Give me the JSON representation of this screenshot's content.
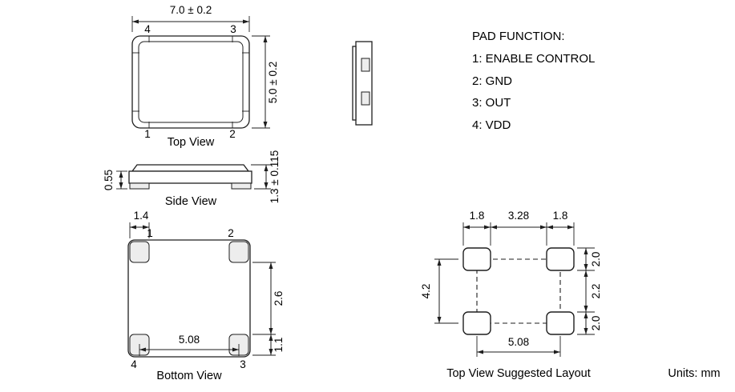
{
  "units_label": "Units: mm",
  "colors": {
    "line": "#1e1e1e",
    "pad_fill": "#ededed",
    "background": "#ffffff"
  },
  "pad_function": {
    "title": "PAD FUNCTION:",
    "items": [
      "1: ENABLE CONTROL",
      "2: GND",
      "3: OUT",
      "4: VDD"
    ]
  },
  "top_view": {
    "caption": "Top View",
    "dim_width": "7.0 ± 0.2",
    "dim_height": "5.0 ± 0.2",
    "pins": {
      "top_left": "4",
      "top_right": "3",
      "bottom_left": "1",
      "bottom_right": "2"
    }
  },
  "side_view": {
    "caption": "Side View",
    "dim_left": "0.55",
    "dim_right": "1.3 ± 0.115"
  },
  "bottom_view": {
    "caption": "Bottom View",
    "dim_pad_width": "1.4",
    "dim_pad_gap": "2.6",
    "dim_pad_height": "1.1",
    "dim_pad_span": "5.08",
    "pins": {
      "top_left": "1",
      "top_right": "2",
      "bottom_left": "4",
      "bottom_right": "3"
    }
  },
  "layout_view": {
    "caption": "Top View Suggested Layout",
    "dim_pad_width_left": "1.8",
    "dim_pad_gap_x": "3.28",
    "dim_pad_width_right": "1.8",
    "dim_center_span_y": "4.2",
    "dim_pad_height_top": "2.0",
    "dim_pad_gap_y": "2.2",
    "dim_pad_height_bottom": "2.0",
    "dim_center_span_x": "5.08"
  }
}
